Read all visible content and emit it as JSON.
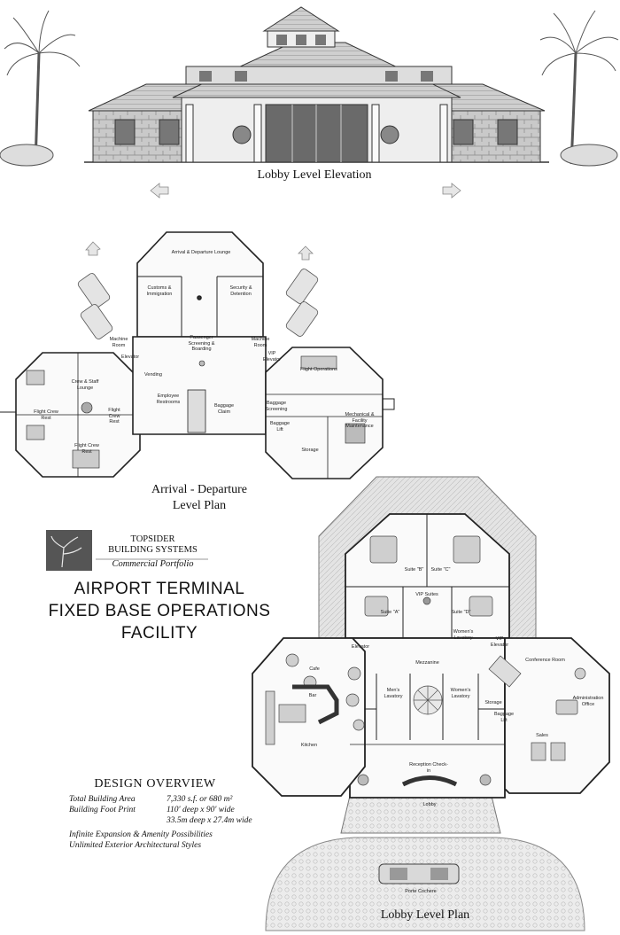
{
  "elevation": {
    "label": "Lobby Level Elevation"
  },
  "arrival_plan": {
    "label_line1": "Arrival - Departure",
    "label_line2": "Level Plan",
    "rooms": {
      "lounge": "Arrival & Departure Lounge",
      "customs": "Customs & Immigration",
      "security": "Security & Detention",
      "machine_left": "Machine Room",
      "machine_right": "Machine Room",
      "elevator": "Elevator",
      "vip_elevator": "VIP Elevator",
      "screening": "Passenger Screening & Boarding",
      "flight_ops": "Flight Operations",
      "crew_lounge": "Crew & Staff Lounge",
      "vending": "Vending",
      "restrooms": "Employee Restrooms",
      "crew_rest_left": "Flight Crew Rest",
      "crew_rest_bottom": "Flight Crew Rest",
      "crew_rest_center": "Flight Crew Rest",
      "baggage_claim": "Baggage Claim",
      "baggage_screening": "Baggage Screening",
      "baggage_lift": "Baggage Lift",
      "mechanical": "Mechanical & Facility Maintenance",
      "storage": "Storage"
    }
  },
  "branding": {
    "line1": "TOPSIDER",
    "line2": "BUILDING SYSTEMS",
    "line3": "Commercial Portfolio"
  },
  "title": {
    "line1": "AIRPORT TERMINAL",
    "line2": "FIXED BASE OPERATIONS",
    "line3": "FACILITY"
  },
  "overview": {
    "heading": "DESIGN OVERVIEW",
    "total_area_label": "Total Building Area",
    "total_area_value": "7,330 s.f. or 680 m²",
    "footprint_label": "Building Foot Print",
    "footprint_imperial": "110' deep  x  90' wide",
    "footprint_metric": "33.5m deep  x  27.4m wide",
    "note1": "Infinite Expansion & Amenity Possibilities",
    "note2": "Unlimited Exterior Architectural Styles"
  },
  "lobby_plan": {
    "label": "Lobby Level Plan",
    "rooms": {
      "suite_b": "Suite \"B\"",
      "suite_c": "Suite \"C\"",
      "vip_suites": "VIP Suites",
      "suite_a": "Suite \"A\"",
      "suite_d": "Suite \"D\"",
      "womens_lav_upper": "Women's Lavatory",
      "elevator": "Elevator",
      "mezzanine": "Mezzanine",
      "vip_elevator": "VIP Elevator",
      "conference": "Conference Room",
      "cafe": "Cafe",
      "bar": "Bar",
      "mens_lav": "Men's Lavatory",
      "womens_lav": "Women's Lavatory",
      "storage": "Storage",
      "baggage_lift": "Baggage Lift",
      "admin": "Administration Office",
      "sales": "Sales",
      "kitchen": "Kitchen",
      "reception": "Reception Check-in",
      "lobby": "Lobby",
      "porte_cochere": "Porte Cochere"
    }
  }
}
